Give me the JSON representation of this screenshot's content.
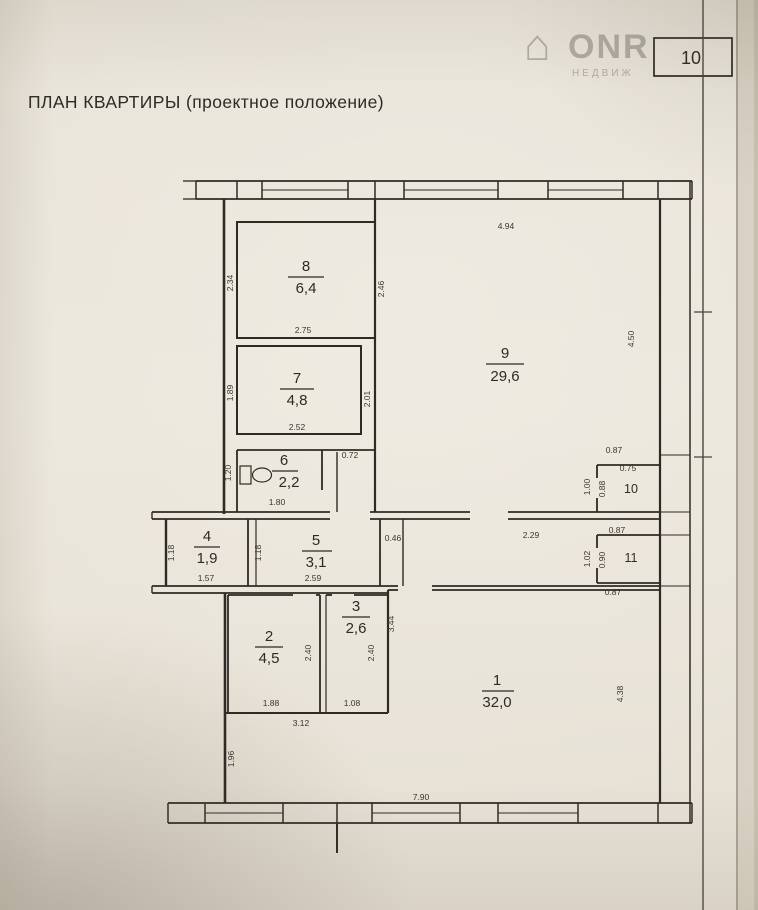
{
  "page": {
    "title": "ПЛАН КВАРТИРЫ (проектное положение)",
    "sheet_number": "10",
    "watermark_text": "ONR",
    "watermark_subtext": "НЕДВИЖ",
    "watermark_house": "⌂"
  },
  "rooms": {
    "r1": {
      "num": "1",
      "area": "32,0"
    },
    "r2": {
      "num": "2",
      "area": "4,5"
    },
    "r3": {
      "num": "3",
      "area": "2,6"
    },
    "r4": {
      "num": "4",
      "area": "1,9"
    },
    "r5": {
      "num": "5",
      "area": "3,1"
    },
    "r6": {
      "num": "6",
      "area": "2,2"
    },
    "r7": {
      "num": "7",
      "area": "4,8"
    },
    "r8": {
      "num": "8",
      "area": "6,4"
    },
    "r9": {
      "num": "9",
      "area": "29,6"
    },
    "r10": {
      "num": "10",
      "area": ""
    },
    "r11": {
      "num": "11",
      "area": ""
    }
  },
  "dims": {
    "r9_top": "4.94",
    "r8_left": "2.34",
    "r8_right": "2.46",
    "r8_bottom": "2.75",
    "r9_right": "4.50",
    "r7_left": "1.89",
    "r7_right": "2.01",
    "r7_bottom": "2.52",
    "r6_top_right": "0.72",
    "r6_left": "1.20",
    "r6_bottom": "1.80",
    "r10_above": "0.87",
    "r10_width": "0.75",
    "r10_height_inner": "0.88",
    "r10_height_outer": "1.00",
    "corridor_width": "2.29",
    "r11_above": "0.87",
    "r11_height_outer": "1.02",
    "r11_height_inner": "0.90",
    "r11_below": "0.87",
    "r4_left": "1.18",
    "r4_divider": "1.18",
    "r4_bottom": "1.57",
    "r5_bottom": "2.59",
    "r5_right_gap": "0.46",
    "r3_wall_right": "3.44",
    "r2_height": "2.40",
    "r3_height": "2.40",
    "r2_bottom": "1.88",
    "r3_bottom": "1.08",
    "r23_below": "3.12",
    "left_lower": "1.96",
    "bottom_width": "7.90",
    "r1_right": "4.38"
  }
}
